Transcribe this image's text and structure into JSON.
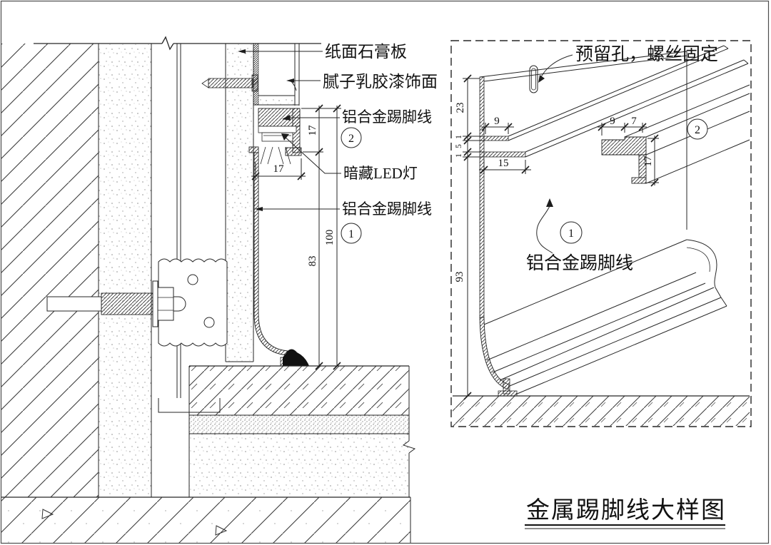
{
  "drawing_title": "金属踢脚线大样图",
  "section_view": {
    "labels": {
      "gypsum_board": "纸面石膏板",
      "putty_latex_finish": "腻子乳胶漆饰面",
      "aluminum_skirting_upper": "铝合金踢脚线",
      "hidden_led": "暗藏LED灯",
      "aluminum_skirting_main": "铝合金踢脚线"
    },
    "callouts": {
      "upper_profile": "2",
      "main_profile": "1"
    },
    "dimensions": {
      "upper_profile_height": "17",
      "recess_width": "17",
      "skirting_body_height": "83",
      "skirting_total_height": "100"
    }
  },
  "iso_view": {
    "labels": {
      "fixing_note": "预留孔，螺丝固定",
      "aluminum_skirting": "铝合金踢脚线"
    },
    "callouts": {
      "main_profile": "1",
      "upper_profile": "2"
    },
    "dimensions": {
      "back_plate_top": "23",
      "flange_t1": "1",
      "flange_gap": "5",
      "flange_t2": "1",
      "body_height": "93",
      "flange1_width": "9",
      "flange2_width": "15",
      "clip_width_a": "9",
      "clip_width_b": "7",
      "clip_height": "17"
    }
  },
  "colors": {
    "line": "#262626",
    "background": "#ffffff"
  }
}
